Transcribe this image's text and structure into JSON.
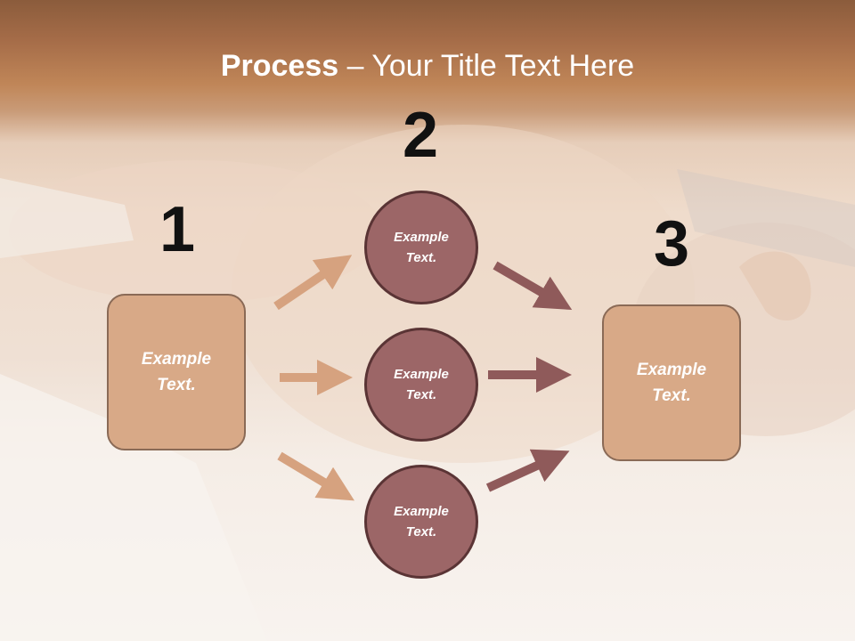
{
  "title": {
    "bold": "Process",
    "rest": " – Your Title Text Here"
  },
  "steps": [
    {
      "number": "1",
      "label": "Example Text."
    },
    {
      "number": "2",
      "labels": [
        "Example Text.",
        "Example Text.",
        "Example Text."
      ]
    },
    {
      "number": "3",
      "label": "Example Text."
    }
  ],
  "colors": {
    "header": "#c08658",
    "box_fill": "#d8a987",
    "box_border": "#8a6a56",
    "circle_fill": "#9c6667",
    "circle_border": "#5a3435",
    "arrow_in": "#d6a27f",
    "arrow_out": "#8f5a5a"
  }
}
